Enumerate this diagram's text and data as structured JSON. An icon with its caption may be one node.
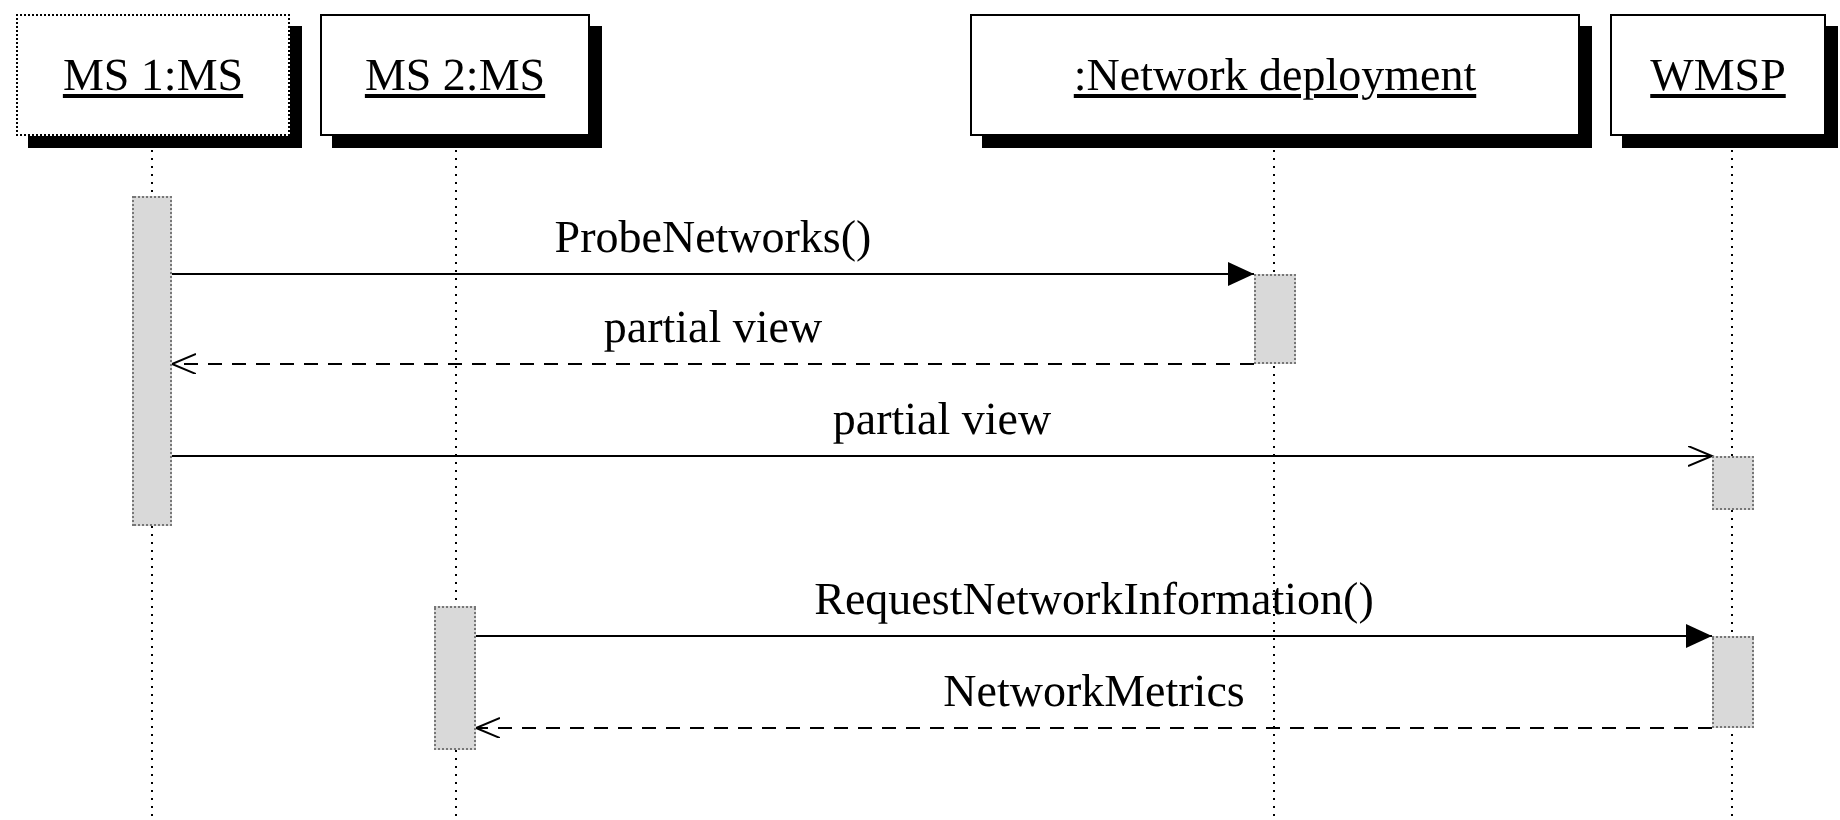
{
  "diagram": {
    "nodes": [
      {
        "text": [
          "MS 1:MS"
        ]
      },
      {
        "text": [
          "MS 2:MS"
        ]
      },
      {
        "text": [
          ":Network deployment"
        ]
      },
      {
        "text": [
          "WMSP"
        ]
      },
      {
        "text": [],
        "shape": "bar"
      },
      {
        "text": [],
        "shape": "bar"
      },
      {
        "text": [],
        "shape": "bar"
      },
      {
        "text": [],
        "shape": "bar"
      },
      {
        "text": [],
        "shape": "bar"
      }
    ],
    "edges": [
      {
        "from": 4,
        "to": 5,
        "arrow": "to",
        "label": "ProbeNetworks()"
      },
      {
        "from": 5,
        "to": 4,
        "arrow": "to",
        "label": "partial view",
        "style": "dashed"
      },
      {
        "from": 4,
        "to": 6,
        "arrow": "to",
        "label": "partial view"
      },
      {
        "from": 7,
        "to": 8,
        "arrow": "to",
        "label": "RequestNetworkInformation()"
      },
      {
        "from": 8,
        "to": 7,
        "arrow": "to",
        "label": "NetworkMetrics",
        "style": "dashed"
      }
    ]
  }
}
